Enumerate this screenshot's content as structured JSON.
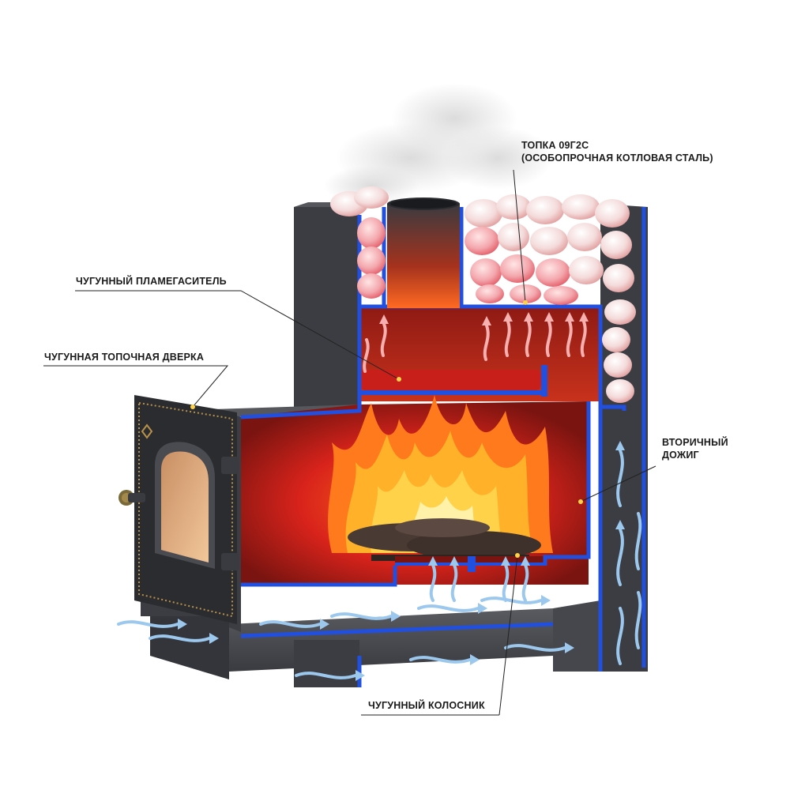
{
  "callouts": {
    "firebox": {
      "line1": "ТОПКА 09Г2С",
      "line2": "(ОСОБОПРОЧНАЯ КОТЛОВАЯ СТАЛЬ)"
    },
    "flame_arrester": "ЧУГУННЫЙ ПЛАМЕГАСИТЕЛЬ",
    "fire_door": "ЧУГУННАЯ ТОПОЧНАЯ ДВЕРКА",
    "afterburn": {
      "line1": "ВТОРИЧНЫЙ",
      "line2": "ДОЖИГ"
    },
    "grate": "ЧУГУННЫЙ КОЛОСНИК"
  },
  "colors": {
    "steel": "#3b3d42",
    "steel_light": "#55575c",
    "blue_edge": "#2150e0",
    "fire_red": "#d8231b",
    "flame_yellow": "#ffd24a",
    "air_blue": "#9cc8ee",
    "stone": "#f2dede",
    "callout_line": "#222222"
  }
}
